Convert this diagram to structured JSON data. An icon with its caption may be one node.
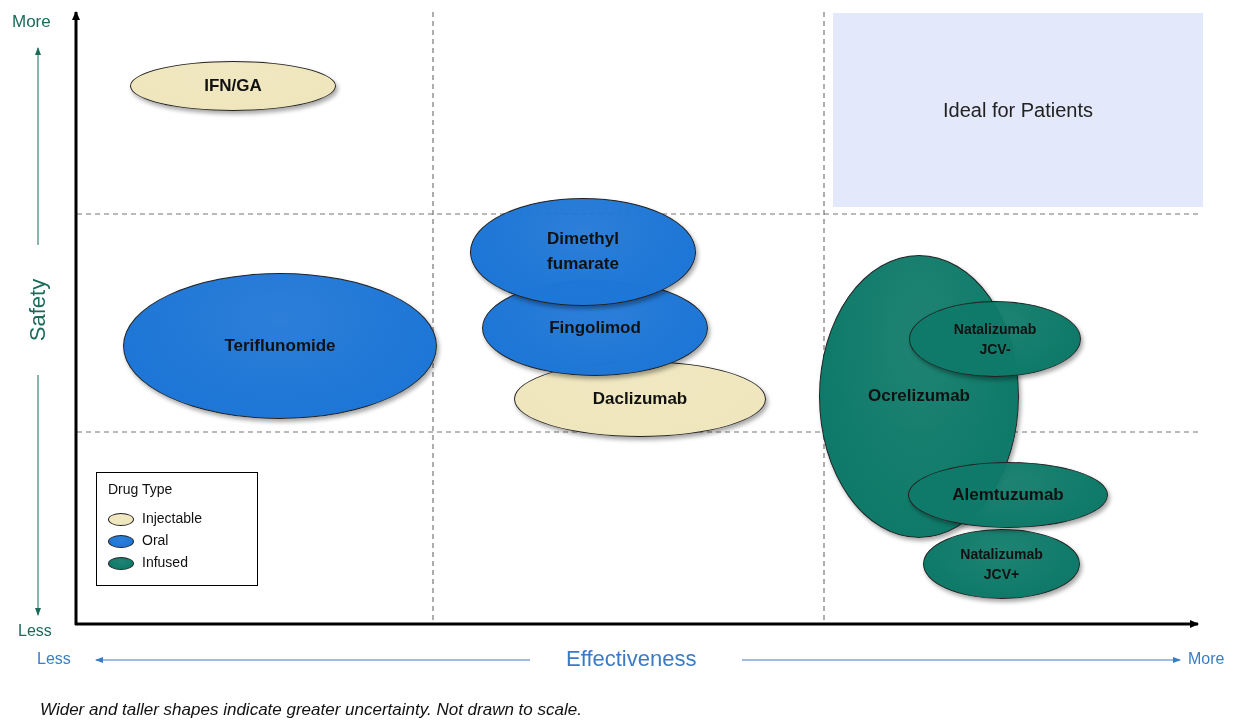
{
  "diagram": {
    "caption": "Wider and taller shapes indicate greater uncertainty. Not drawn to scale.",
    "nodes": [
      {
        "text": [
          "IFN/GA"
        ]
      },
      {
        "text": [
          "Ideal for Patients"
        ]
      },
      {
        "text": [
          "Dimethyl fumarate"
        ]
      },
      {
        "text": [
          "Teriflunomide"
        ]
      },
      {
        "text": [
          "Fingolimod"
        ]
      },
      {
        "text": [
          "Natalizumab JCV-"
        ]
      },
      {
        "text": [
          "Ocrelizumab"
        ]
      },
      {
        "text": [
          "Daclizumab"
        ]
      },
      {
        "text": [
          "Alemtuzumab"
        ]
      },
      {
        "text": [
          "Natalizumab JCV+"
        ]
      }
    ],
    "edges": [],
    "labels": [
      "More",
      "Safety",
      "Less",
      "Less",
      "Effectiveness",
      "More",
      "Drug Type"
    ],
    "legend": [
      {
        "text": "Injectable",
        "color": "#efe6bd"
      },
      {
        "text": "Oral",
        "color": "#1e76d6"
      },
      {
        "text": "Infused",
        "color": "#0f7a69"
      }
    ]
  }
}
